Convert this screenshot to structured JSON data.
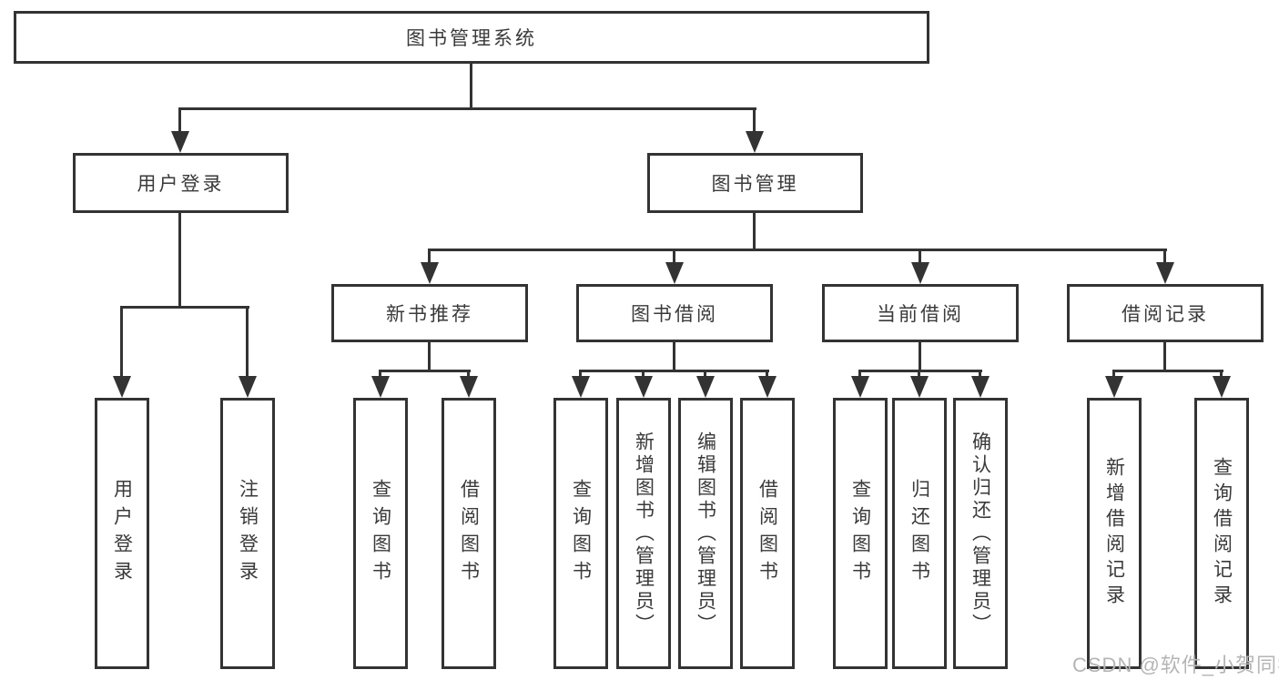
{
  "diagram": {
    "title": "图书管理系统",
    "nodes": {
      "root": {
        "label": "图书管理系统"
      },
      "user_login": {
        "label": "用户登录"
      },
      "book_mgmt": {
        "label": "图书管理"
      },
      "new_book": {
        "label": "新书推荐"
      },
      "book_borrow": {
        "label": "图书借阅"
      },
      "cur_borrow": {
        "label": "当前借阅"
      },
      "borrow_rec": {
        "label": "借阅记录"
      },
      "leaf_user_login": {
        "label": "用户登录"
      },
      "leaf_logout": {
        "label": "注销登录"
      },
      "leaf_nb_query": {
        "label": "查询图书"
      },
      "leaf_nb_borrow": {
        "label": "借阅图书"
      },
      "leaf_bw_query": {
        "label": "查询图书"
      },
      "leaf_bw_add_admin": {
        "label": "新增图书（管理员）"
      },
      "leaf_bw_edit_admin": {
        "label": "编辑图书（管理员）"
      },
      "leaf_bw_borrow": {
        "label": "借阅图书"
      },
      "leaf_cur_query": {
        "label": "查询图书"
      },
      "leaf_cur_return": {
        "label": "归还图书"
      },
      "leaf_cur_confirm": {
        "label": "确认归还（管理员）"
      },
      "leaf_rec_add": {
        "label": "新增借阅记录"
      },
      "leaf_rec_query": {
        "label": "查询借阅记录"
      }
    },
    "edges": [
      [
        "root",
        "user_login"
      ],
      [
        "root",
        "book_mgmt"
      ],
      [
        "user_login",
        "leaf_user_login"
      ],
      [
        "user_login",
        "leaf_logout"
      ],
      [
        "book_mgmt",
        "new_book"
      ],
      [
        "book_mgmt",
        "book_borrow"
      ],
      [
        "book_mgmt",
        "cur_borrow"
      ],
      [
        "book_mgmt",
        "borrow_rec"
      ],
      [
        "new_book",
        "leaf_nb_query"
      ],
      [
        "new_book",
        "leaf_nb_borrow"
      ],
      [
        "book_borrow",
        "leaf_bw_query"
      ],
      [
        "book_borrow",
        "leaf_bw_add_admin"
      ],
      [
        "book_borrow",
        "leaf_bw_edit_admin"
      ],
      [
        "book_borrow",
        "leaf_bw_borrow"
      ],
      [
        "cur_borrow",
        "leaf_cur_query"
      ],
      [
        "cur_borrow",
        "leaf_cur_return"
      ],
      [
        "cur_borrow",
        "leaf_cur_confirm"
      ],
      [
        "borrow_rec",
        "leaf_rec_add"
      ],
      [
        "borrow_rec",
        "leaf_rec_query"
      ]
    ],
    "colors": {
      "line": "#333333",
      "text": "#3a3a3a",
      "background": "#ffffff",
      "watermark_text": "#b5b5b5"
    }
  },
  "watermark": {
    "text": "CSDN @软件_小贺同学"
  }
}
